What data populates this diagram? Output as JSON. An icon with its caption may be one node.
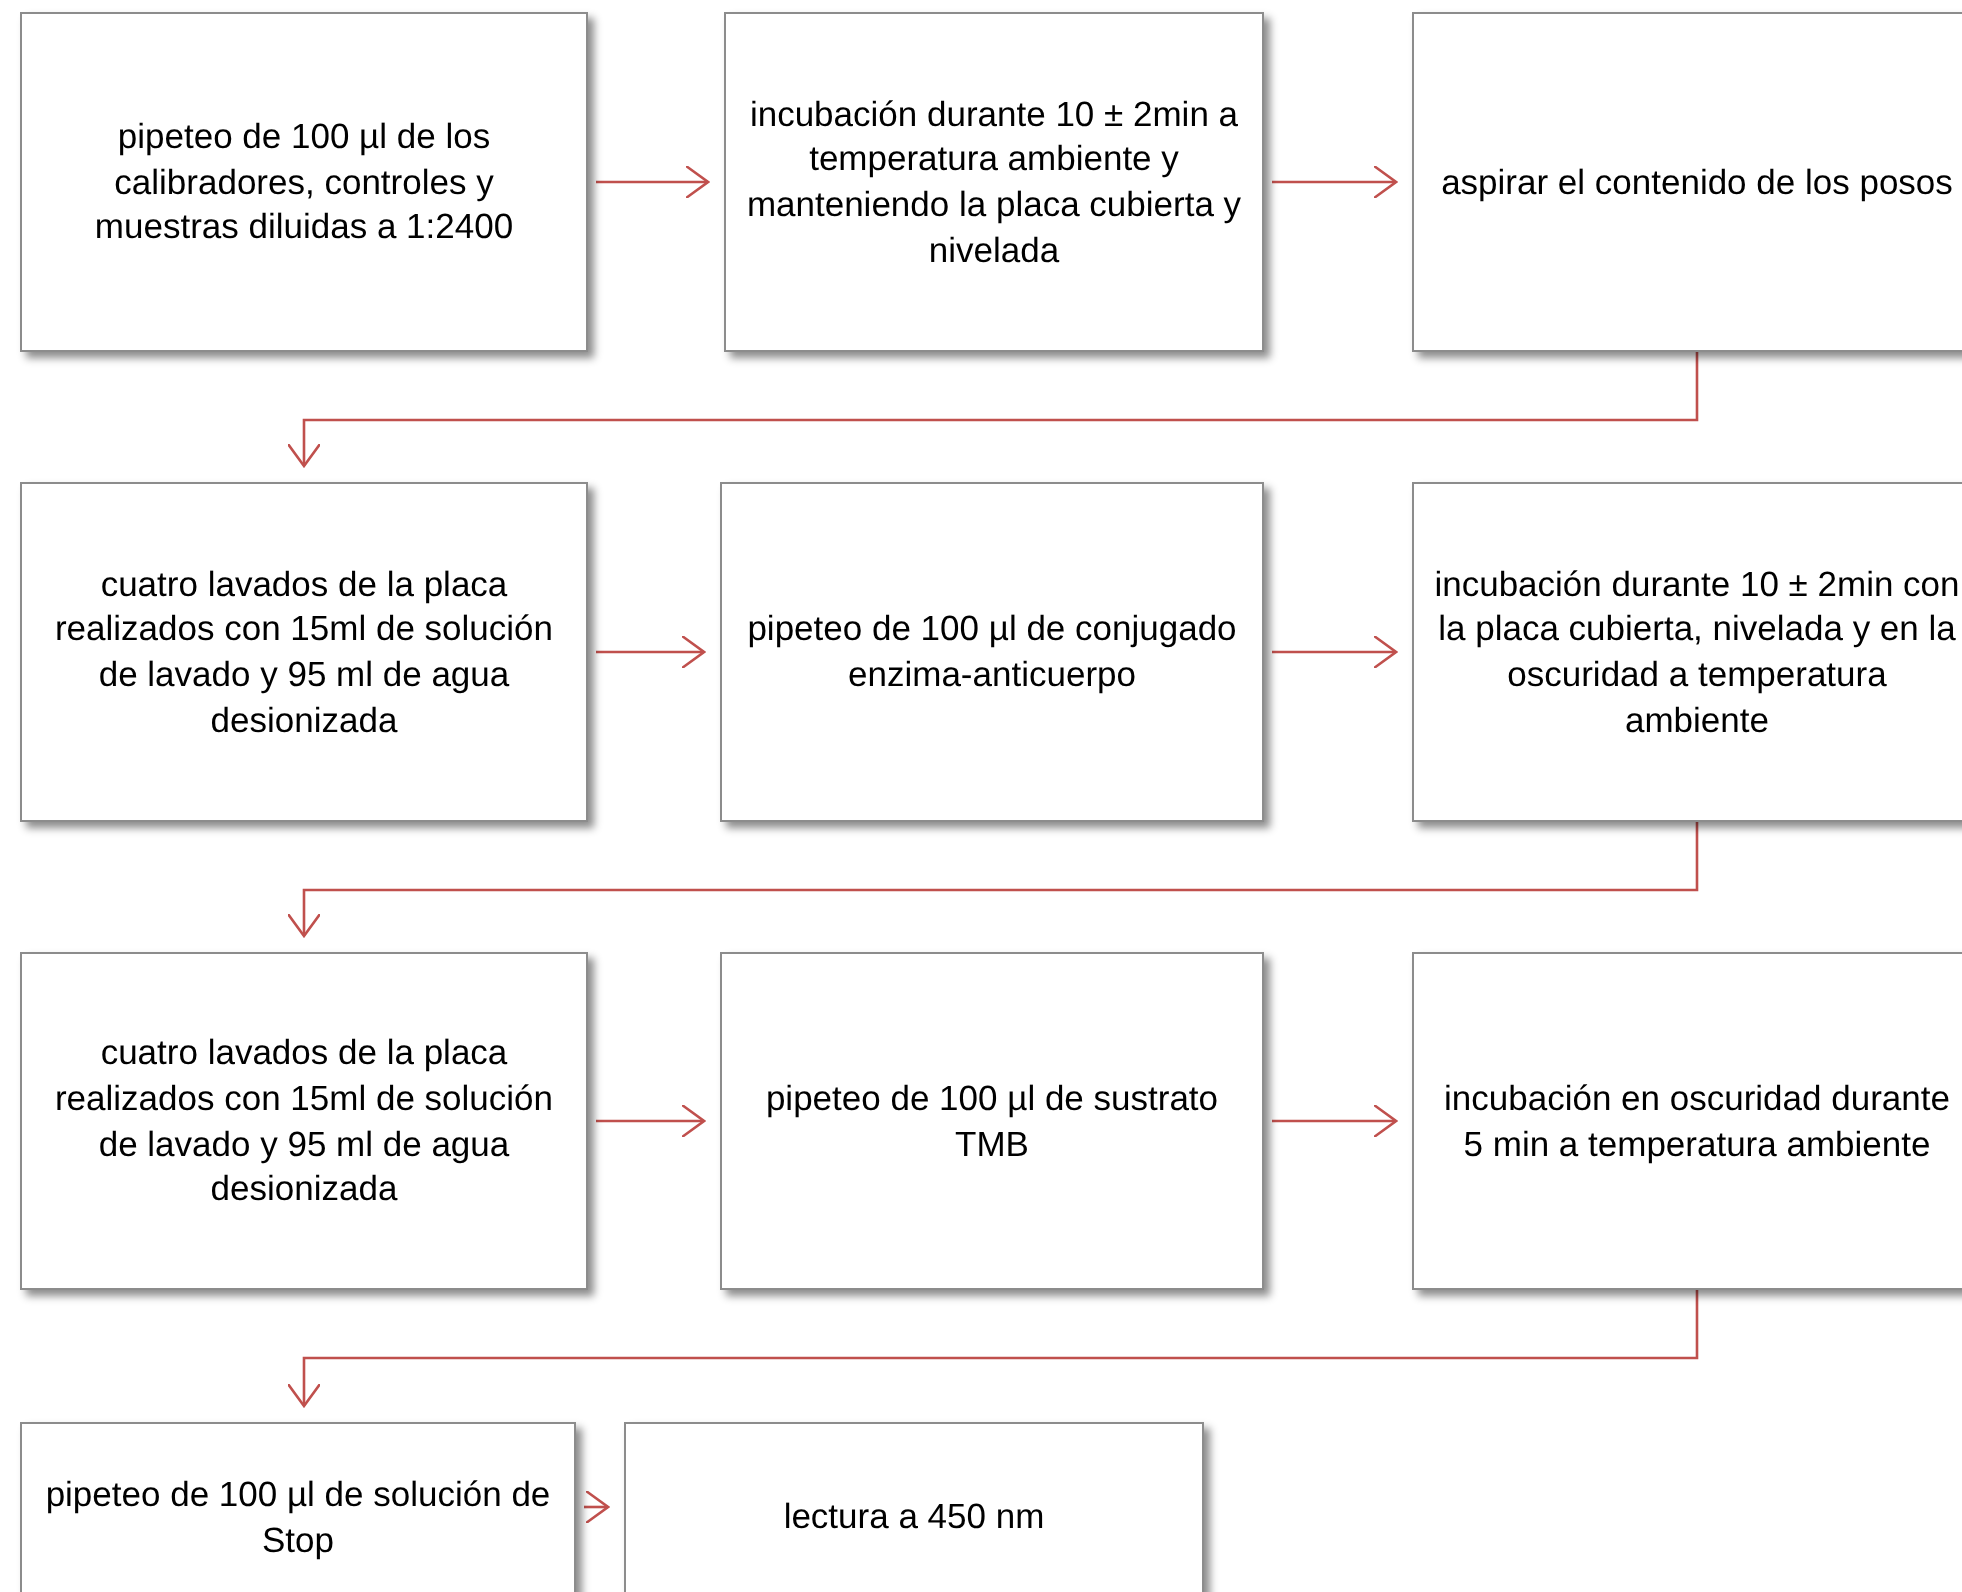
{
  "diagram": {
    "nodes": [
      {
        "text": [
          "pipeteo de 100 µl de los calibradores, controles y muestras diluidas  a 1:2400"
        ]
      },
      {
        "text": [
          "incubación durante 10 ± 2min a temperatura ambiente y manteniendo la placa cubierta y nivelada"
        ]
      },
      {
        "text": [
          "aspirar el contenido de los posos"
        ]
      },
      {
        "text": [
          "cuatro lavados de la placa realizados con 15ml de solución de lavado y 95 ml de agua desionizada"
        ]
      },
      {
        "text": [
          "pipeteo de 100 µl de conjugado enzima-anticuerpo"
        ]
      },
      {
        "text": [
          "incubación durante  10 ± 2min con la placa cubierta, nivelada y en la oscuridad a temperatura ambiente"
        ]
      },
      {
        "text": [
          "cuatro lavados de la placa realizados con 15ml de solución de lavado y 95 ml de agua desionizada"
        ]
      },
      {
        "text": [
          "pipeteo de 100 µl de sustrato TMB"
        ]
      },
      {
        "text": [
          "incubación en oscuridad durante 5 min a temperatura ambiente"
        ]
      },
      {
        "text": [
          "pipeteo de 100 µl de solución de Stop"
        ]
      },
      {
        "text": [
          "lectura a 450 nm"
        ]
      }
    ],
    "edges": [
      {
        "from": 0,
        "to": 1,
        "arrow": "to"
      },
      {
        "from": 1,
        "to": 2,
        "arrow": "to"
      },
      {
        "from": 2,
        "to": 3,
        "arrow": "to"
      },
      {
        "from": 3,
        "to": 4,
        "arrow": "to"
      },
      {
        "from": 4,
        "to": 5,
        "arrow": "to"
      },
      {
        "from": 5,
        "to": 6,
        "arrow": "to"
      },
      {
        "from": 6,
        "to": 7,
        "arrow": "to"
      },
      {
        "from": 7,
        "to": 8,
        "arrow": "to"
      },
      {
        "from": 8,
        "to": 9,
        "arrow": "to"
      },
      {
        "from": 9,
        "to": 10,
        "arrow": "to"
      }
    ]
  }
}
